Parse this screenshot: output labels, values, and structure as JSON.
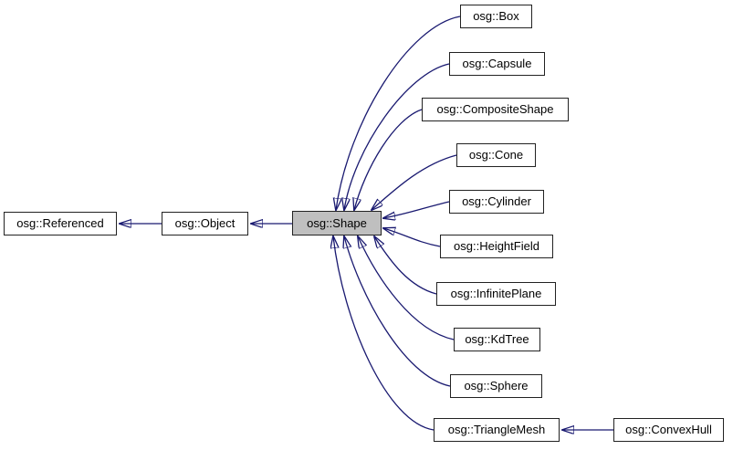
{
  "diagram": {
    "type": "class-inheritance-graph",
    "colors": {
      "background": "#ffffff",
      "edge": "#191970",
      "node_border": "#222222",
      "node_fill": "#ffffff",
      "highlighted_node_fill": "#bfbfbf",
      "text": "#000000"
    },
    "nodes": [
      {
        "id": "referenced",
        "label": "osg::Referenced",
        "highlighted": false
      },
      {
        "id": "object",
        "label": "osg::Object",
        "highlighted": false
      },
      {
        "id": "shape",
        "label": "osg::Shape",
        "highlighted": true
      },
      {
        "id": "box",
        "label": "osg::Box",
        "highlighted": false
      },
      {
        "id": "capsule",
        "label": "osg::Capsule",
        "highlighted": false
      },
      {
        "id": "compositeshape",
        "label": "osg::CompositeShape",
        "highlighted": false
      },
      {
        "id": "cone",
        "label": "osg::Cone",
        "highlighted": false
      },
      {
        "id": "cylinder",
        "label": "osg::Cylinder",
        "highlighted": false
      },
      {
        "id": "heightfield",
        "label": "osg::HeightField",
        "highlighted": false
      },
      {
        "id": "infiniteplane",
        "label": "osg::InfinitePlane",
        "highlighted": false
      },
      {
        "id": "kdtree",
        "label": "osg::KdTree",
        "highlighted": false
      },
      {
        "id": "sphere",
        "label": "osg::Sphere",
        "highlighted": false
      },
      {
        "id": "trianglemesh",
        "label": "osg::TriangleMesh",
        "highlighted": false
      },
      {
        "id": "convexhull",
        "label": "osg::ConvexHull",
        "highlighted": false
      }
    ],
    "edges": [
      {
        "from": "object",
        "to": "referenced",
        "relation": "inherits"
      },
      {
        "from": "shape",
        "to": "object",
        "relation": "inherits"
      },
      {
        "from": "box",
        "to": "shape",
        "relation": "inherits"
      },
      {
        "from": "capsule",
        "to": "shape",
        "relation": "inherits"
      },
      {
        "from": "compositeshape",
        "to": "shape",
        "relation": "inherits"
      },
      {
        "from": "cone",
        "to": "shape",
        "relation": "inherits"
      },
      {
        "from": "cylinder",
        "to": "shape",
        "relation": "inherits"
      },
      {
        "from": "heightfield",
        "to": "shape",
        "relation": "inherits"
      },
      {
        "from": "infiniteplane",
        "to": "shape",
        "relation": "inherits"
      },
      {
        "from": "kdtree",
        "to": "shape",
        "relation": "inherits"
      },
      {
        "from": "sphere",
        "to": "shape",
        "relation": "inherits"
      },
      {
        "from": "trianglemesh",
        "to": "shape",
        "relation": "inherits"
      },
      {
        "from": "convexhull",
        "to": "trianglemesh",
        "relation": "inherits"
      }
    ]
  }
}
